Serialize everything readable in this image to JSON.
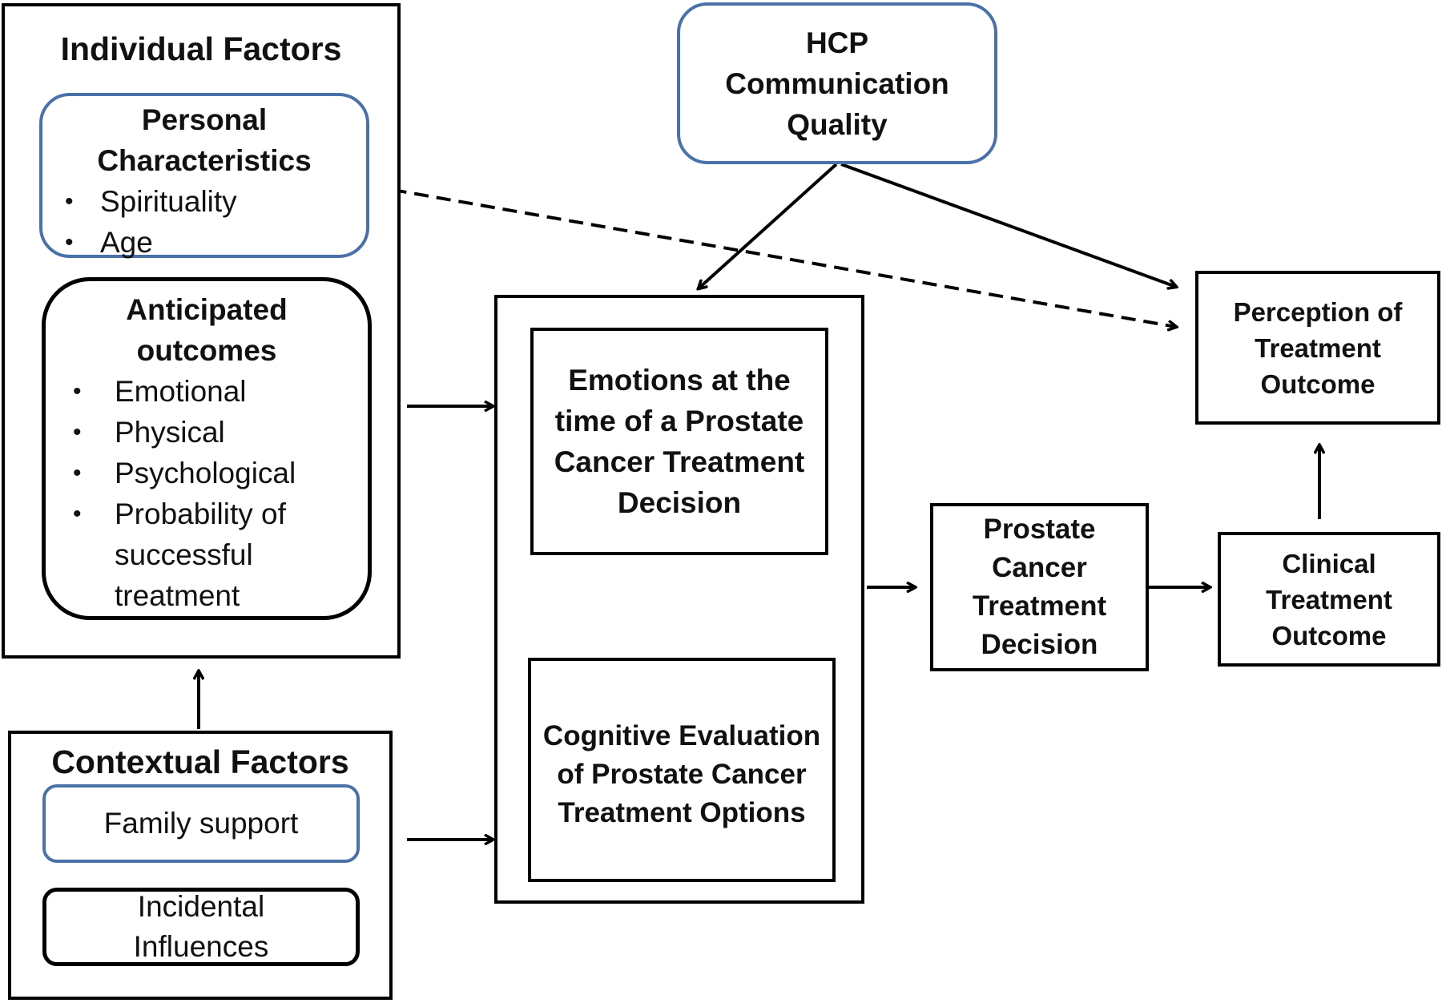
{
  "individual": {
    "title": "Individual Factors",
    "personal": {
      "title_line1": "Personal",
      "title_line2": "Characteristics",
      "items": [
        "Spirituality",
        "Age"
      ]
    },
    "anticipated": {
      "title_line1": "Anticipated",
      "title_line2": "outcomes",
      "items": [
        "Emotional",
        "Physical",
        "Psychological",
        "Probability of",
        "successful",
        "treatment"
      ]
    }
  },
  "contextual": {
    "title": "Contextual Factors",
    "family": "Family support",
    "incidental_line1": "Incidental",
    "incidental_line2": "Influences"
  },
  "hcp": {
    "line1": "HCP",
    "line2": "Communication",
    "line3": "Quality"
  },
  "emotions": {
    "line1": "Emotions at the",
    "line2": "time of a Prostate",
    "line3": "Cancer Treatment",
    "line4": "Decision"
  },
  "cognitive": {
    "line1": "Cognitive Evaluation",
    "line2": "of Prostate Cancer",
    "line3": "Treatment Options"
  },
  "decision": {
    "line1": "Prostate",
    "line2": "Cancer",
    "line3": "Treatment",
    "line4": "Decision"
  },
  "clinical": {
    "line1": "Clinical",
    "line2": "Treatment",
    "line3": "Outcome"
  },
  "perception": {
    "line1": "Perception of",
    "line2": "Treatment",
    "line3": "Outcome"
  },
  "colors": {
    "blue_border": "#4a72a8",
    "black_border": "#000000"
  }
}
